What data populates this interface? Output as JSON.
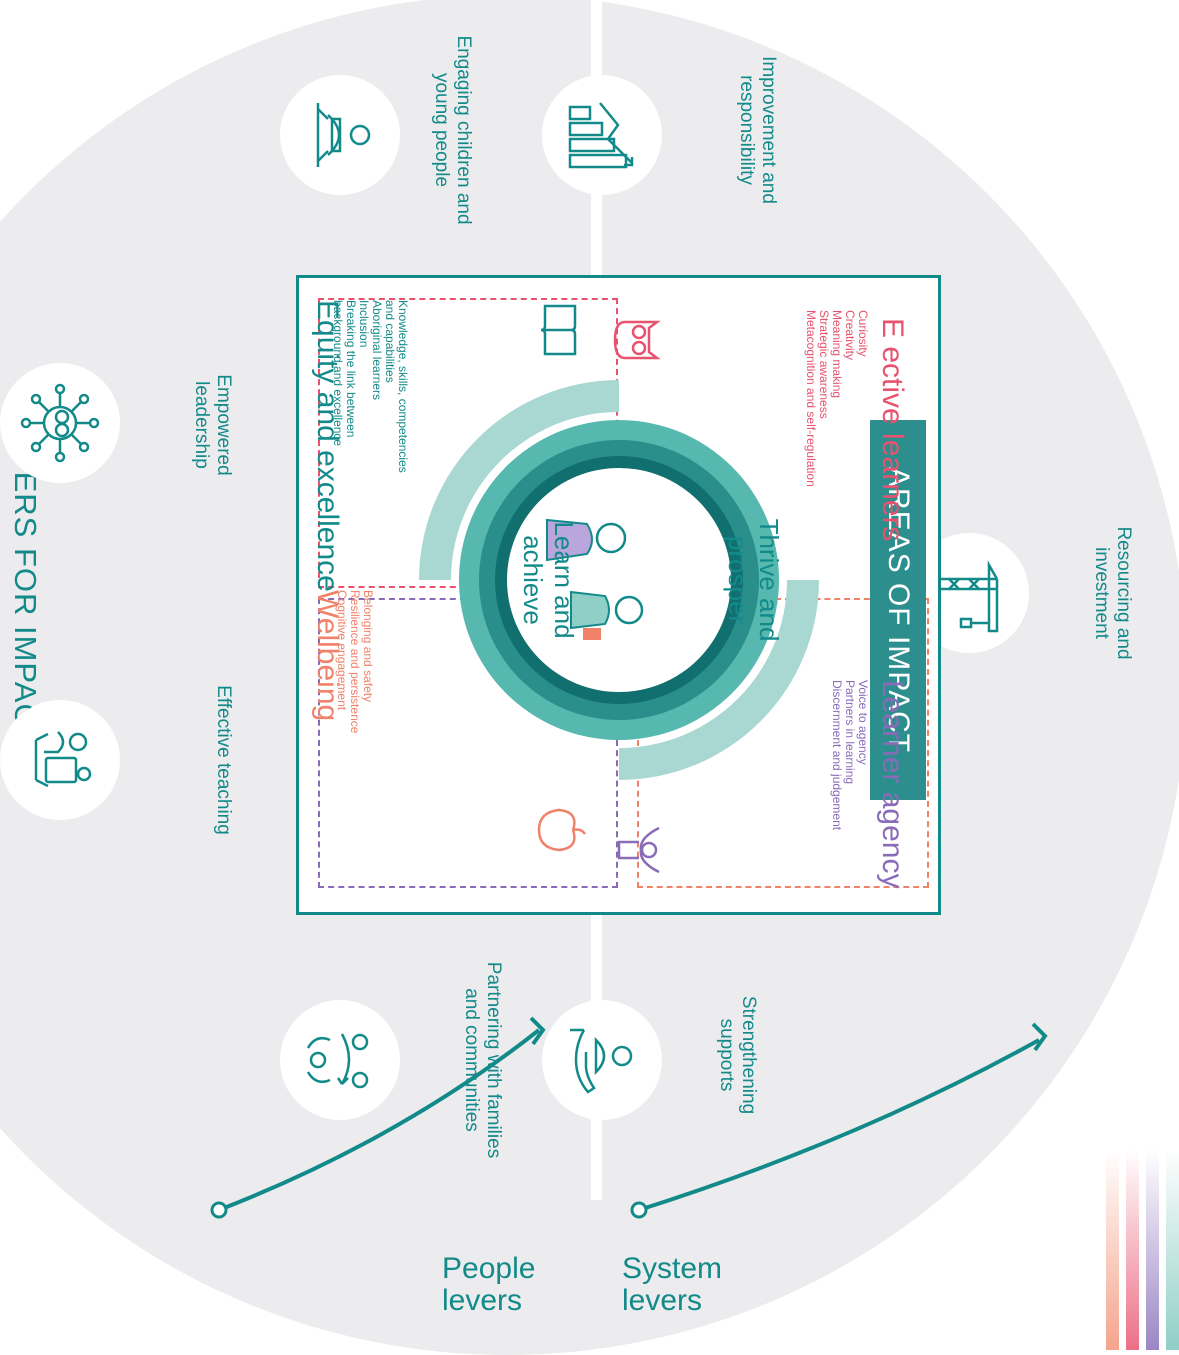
{
  "title": "LEVERS FOR IMPACT",
  "areas_title": "AREAS OF IMPACT",
  "center": {
    "top_text": "Thrive and prosper",
    "bottom_text": "Learn and achieve"
  },
  "lever_groups": {
    "people": "People levers",
    "system": "System levers"
  },
  "people_levers": [
    {
      "label": "Effective teaching",
      "icon": "teaching-icon"
    },
    {
      "label": "Empowered leadership",
      "icon": "leadership-network-icon"
    },
    {
      "label": "Engaging children and young people",
      "icon": "reading-person-icon"
    },
    {
      "label": "Partnering with families and communities",
      "icon": "partnership-cycle-icon"
    }
  ],
  "system_levers": [
    {
      "label": "Improvement and responsibility",
      "icon": "bar-chart-growth-icon"
    },
    {
      "label": "Resourcing and investment",
      "icon": "crane-icon"
    },
    {
      "label": "Strengthening supports",
      "icon": "supporting-hand-icon"
    }
  ],
  "areas": {
    "wellbeing": {
      "title": "Wellbeing",
      "items": [
        "Belonging and safety",
        "Resilience and persistence",
        "Cognitive engagement"
      ],
      "icon": "apple-icon",
      "color": "#f0826a"
    },
    "equity": {
      "title": "Equity and excellence",
      "items": [
        "Knowledge, skills, competencies and capabilities",
        "Aboriginal learners",
        "Inclusion",
        "Breaking the link between background and excellence"
      ],
      "icon": "open-book-icon",
      "color": "#138a8a"
    },
    "effective_learners": {
      "title": "E ective learners",
      "items": [
        "Curiosity",
        "Creativity",
        "Meaning making",
        "Strategic awareness",
        "Metacognition and self-regulation"
      ],
      "icon": "owl-icon",
      "color": "#e8526e"
    },
    "learner_agency": {
      "title": "Learner agency",
      "items": [
        "Voice to agency",
        "Partners in learning",
        "Discernment and judgement"
      ],
      "icon": "raised-arms-person-icon",
      "color": "#8a6bb8"
    }
  },
  "colors": {
    "teal": "#138a8a",
    "grey_background": "#ececee",
    "stripe_colors": [
      "#f4a48c",
      "#ec6f87",
      "#9b86c4",
      "#8fcfc6"
    ]
  }
}
